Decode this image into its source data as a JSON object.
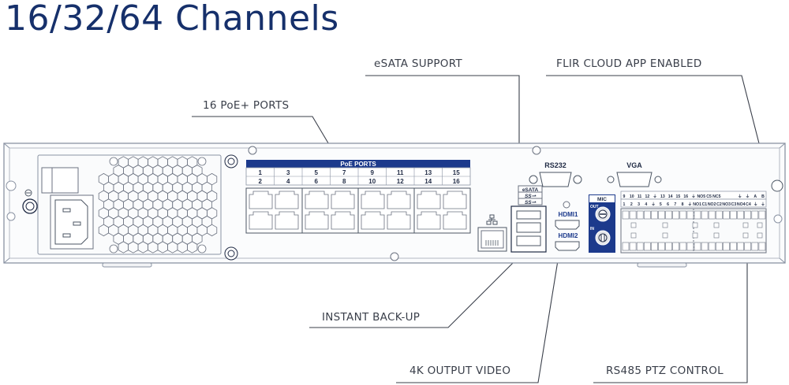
{
  "title": "16/32/64 Channels",
  "callouts": {
    "esata": "eSATA SUPPORT",
    "cloud": "FLIR CLOUD APP ENABLED",
    "poe": "16 PoE+ PORTS",
    "backup": "INSTANT BACK-UP",
    "video": "4K OUTPUT VIDEO",
    "ptz": "RS485 PTZ CONTROL"
  },
  "panel": {
    "poe_header": "PoE PORTS",
    "poe_top_row": [
      "1",
      "3",
      "5",
      "7",
      "9",
      "11",
      "13",
      "15"
    ],
    "poe_bottom_row": [
      "2",
      "4",
      "6",
      "8",
      "10",
      "12",
      "14",
      "16"
    ],
    "rs232_label": "RS232",
    "vga_label": "VGA",
    "esata_label": "eSATA",
    "usb_labels": [
      "SS⇀",
      "SS⇀"
    ],
    "hdmi1_label": "HDMI1",
    "hdmi2_label": "HDMI2",
    "mic_label": "MIC",
    "mic_out": "OUT",
    "mic_in": "IN",
    "terminal_top": [
      "9",
      "10",
      "11",
      "12",
      "⏚",
      "13",
      "14",
      "15",
      "16",
      "⏚",
      "NO5",
      "C5",
      "NC5",
      "",
      "",
      "⏚",
      "⏚",
      "A",
      "B"
    ],
    "terminal_bottom": [
      "1",
      "2",
      "3",
      "4",
      "⏚",
      "5",
      "6",
      "7",
      "8",
      "⏚",
      "NO1",
      "C1",
      "NO2",
      "C2",
      "NO3",
      "C3",
      "NO4",
      "C4",
      "⏚",
      "⏚"
    ]
  },
  "colors": {
    "brand_navy": "#16306b",
    "panel_blue": "#1c3a8c",
    "line": "#6b7280"
  }
}
